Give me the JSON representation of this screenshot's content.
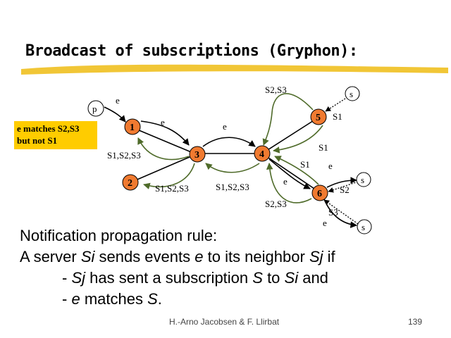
{
  "title": "Broadcast of subscriptions (Gryphon):",
  "note": {
    "line1": "e matches S2,S3",
    "line2": "but not S1"
  },
  "colors": {
    "node": "#f07a30",
    "highlight": "#ffcc00",
    "underline": "#f0c020"
  },
  "diagram": {
    "nodes": [
      {
        "id": "1",
        "label": "1"
      },
      {
        "id": "2",
        "label": "2"
      },
      {
        "id": "3",
        "label": "3"
      },
      {
        "id": "4",
        "label": "4"
      },
      {
        "id": "5",
        "label": "5"
      },
      {
        "id": "6",
        "label": "6"
      }
    ],
    "clients": {
      "p": "p",
      "s_top": "s",
      "s_mid": "s",
      "s_bot": "s"
    },
    "labels": {
      "e_p": "e",
      "e_13": "e",
      "e_34": "e",
      "e_46": "e",
      "e_6s": "e",
      "e_6sb": "e",
      "s123_a": "S1,S2,S3",
      "s123_b": "S1,S2,S3",
      "s123_c": "S1,S2,S3",
      "s23_top": "S2,S3",
      "s23_bot": "S2,S3",
      "s1_5": "S1",
      "s1_45": "S1",
      "s1_46": "S1",
      "s2_6": "S2",
      "s3_6": "S3"
    }
  },
  "rule": {
    "heading": "Notification propagation rule:",
    "l1_a": "A server ",
    "l1_si": "Si",
    "l1_b": " sends events ",
    "l1_e": "e",
    "l1_c": "  to its neighbor ",
    "l1_sj": "Sj",
    "l1_d": " if",
    "l2_a": "- ",
    "l2_sj": "Sj",
    "l2_b": " has sent a subscription ",
    "l2_s": "S",
    "l2_c": " to ",
    "l2_si": "Si",
    "l2_d": " and",
    "l3_a": "- ",
    "l3_e": "e",
    "l3_b": " matches ",
    "l3_s": "S",
    "l3_c": "."
  },
  "footer": "H.-Arno Jacobsen & F. Llirbat",
  "page_number": "139"
}
